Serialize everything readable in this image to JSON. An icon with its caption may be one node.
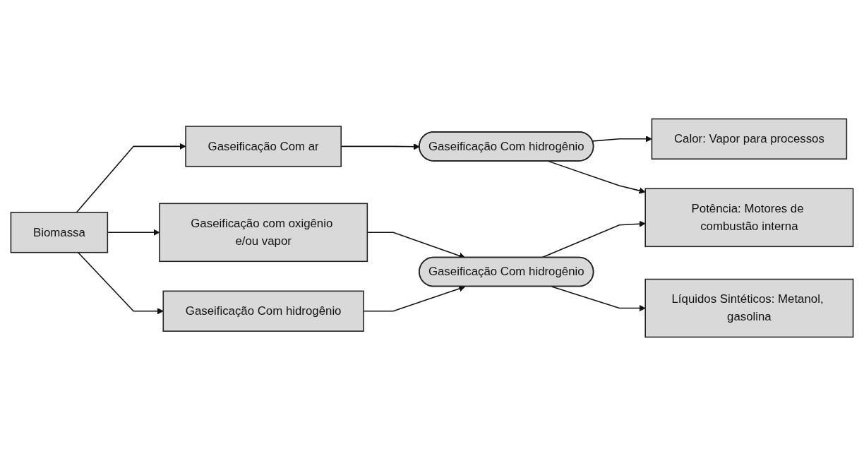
{
  "diagram": {
    "nodes": [
      {
        "text": [
          "Biomassa"
        ]
      },
      {
        "text": [
          "Gaseificação Com ar"
        ]
      },
      {
        "text": [
          "Gaseificação com oxigênio e/ou vapor"
        ]
      },
      {
        "text": [
          "Gaseificação Com hidrogênio"
        ]
      },
      {
        "text": [
          "Gaseificação Com hidrogênio"
        ]
      },
      {
        "text": [
          "Gaseificação Com hidrogênio"
        ]
      },
      {
        "text": [
          "Calor: Vapor para processos"
        ]
      },
      {
        "text": [
          "Potência: Motores de combustão interna"
        ]
      },
      {
        "text": [
          "Líquidos Sintéticos: Metanol, gasolina"
        ]
      }
    ],
    "edges": [
      {
        "from": 0,
        "to": 1,
        "arrow": "to"
      },
      {
        "from": 0,
        "to": 2,
        "arrow": "to"
      },
      {
        "from": 0,
        "to": 3,
        "arrow": "to"
      },
      {
        "from": 1,
        "to": 4,
        "arrow": "to"
      },
      {
        "from": 2,
        "to": 5,
        "arrow": "to"
      },
      {
        "from": 3,
        "to": 5,
        "arrow": "to"
      },
      {
        "from": 4,
        "to": 6,
        "arrow": "to"
      },
      {
        "from": 4,
        "to": 7,
        "arrow": "to"
      },
      {
        "from": 5,
        "to": 7,
        "arrow": "to"
      },
      {
        "from": 5,
        "to": 8,
        "arrow": "to"
      }
    ]
  }
}
